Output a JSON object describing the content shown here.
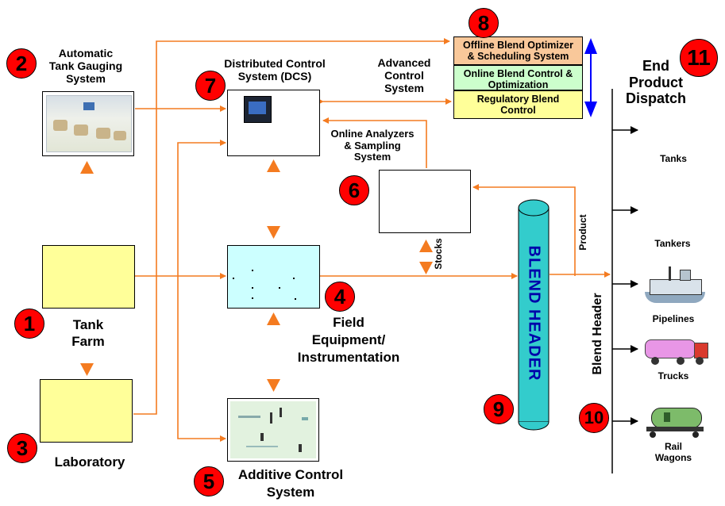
{
  "nodes": {
    "n1": {
      "badge": "1",
      "label_line1": "Tank",
      "label_line2": "Farm"
    },
    "n2": {
      "badge": "2",
      "label_line1": "Automatic",
      "label_line2": "Tank Gauging",
      "label_line3": "System"
    },
    "n3": {
      "badge": "3",
      "label": "Laboratory"
    },
    "n4": {
      "badge": "4",
      "label_line1": "Field",
      "label_line2": "Equipment/",
      "label_line3": "Instrumentation"
    },
    "n5": {
      "badge": "5",
      "label_line1": "Additive Control",
      "label_line2": "System"
    },
    "n6": {
      "badge": "6",
      "label_line1": "Online Analyzers",
      "label_line2": "& Sampling",
      "label_line3": "System"
    },
    "n7": {
      "badge": "7",
      "label_line1": "Distributed Control",
      "label_line2": "System (DCS)"
    },
    "n8": {
      "badge": "8"
    },
    "n9": {
      "badge": "9",
      "label": "BLEND HEADER"
    },
    "n10": {
      "badge": "10"
    },
    "n11": {
      "badge": "11",
      "label_line1": "End",
      "label_line2": "Product",
      "label_line3": "Dispatch"
    }
  },
  "advanced_control": {
    "label_line1": "Advanced",
    "label_line2": "Control",
    "label_line3": "System",
    "levels": [
      {
        "line1": "Offline Blend Optimizer",
        "line2": "& Scheduling System",
        "color": "#f9c89a"
      },
      {
        "line1": "Online Blend Control  &",
        "line2": "Optimization",
        "color": "#ccffcc"
      },
      {
        "line1": "Regulatory Blend",
        "line2": "Control",
        "color": "#ffff99"
      }
    ]
  },
  "flow_labels": {
    "stocks": "Stocks",
    "product": "Product",
    "blend_header_vertical": "Blend Header"
  },
  "destinations": {
    "tanks": "Tanks",
    "tankers": "Tankers",
    "pipelines": "Pipelines",
    "trucks": "Trucks",
    "rail_line1": "Rail",
    "rail_line2": "Wagons"
  },
  "colors": {
    "arrow": "#f47b20",
    "badge": "#ff0000",
    "box_yellow": "#ffff99",
    "blend_header": "#33cccc",
    "blend_header_text": "#0000aa",
    "field_box": "#ccffff",
    "scale_arrow": "#0000ff"
  }
}
